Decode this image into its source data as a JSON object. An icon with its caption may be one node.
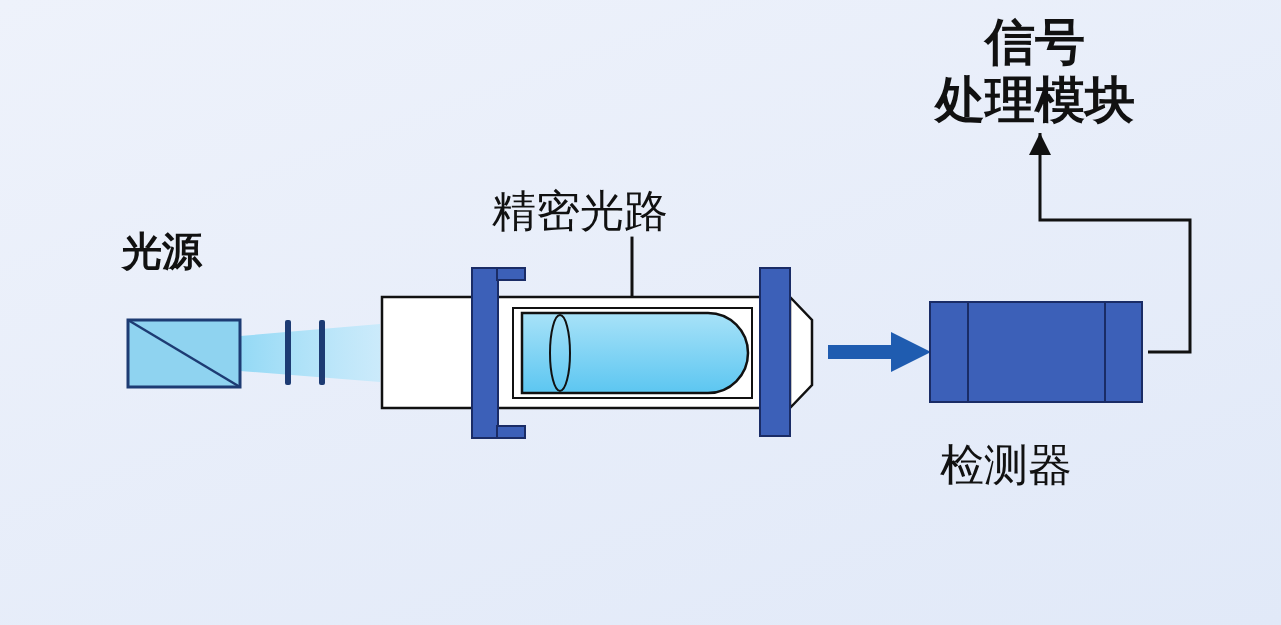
{
  "diagram": {
    "nodes": [
      {
        "text": [
          "光源"
        ]
      },
      {
        "text": [
          "精密光路"
        ]
      },
      {
        "text": [],
        "shape": "box"
      },
      {
        "text": [],
        "shape": "cylinder",
        "in": 2
      },
      {
        "text": [
          "检测器"
        ]
      },
      {
        "text": [
          "信号处理模块"
        ]
      }
    ],
    "edges": [
      {
        "from": 1,
        "to": 3,
        "arrow": "none"
      },
      {
        "from": 2,
        "to": 4,
        "arrow": "to",
        "style": "thick",
        "color": "#1f5cb0"
      },
      {
        "from": 4,
        "to": 5,
        "arrow": "to"
      }
    ]
  }
}
